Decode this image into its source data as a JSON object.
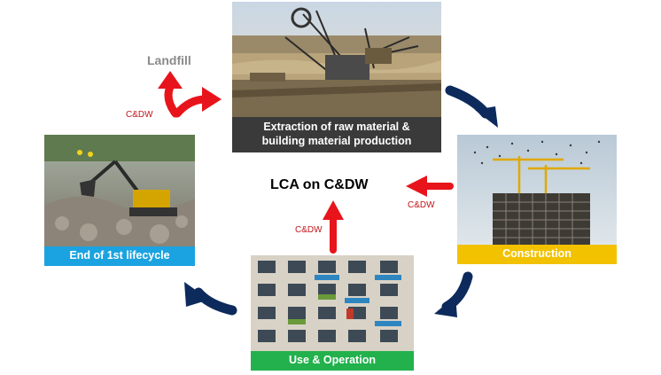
{
  "center": {
    "title": "LCA on C&DW"
  },
  "stages": {
    "extraction": {
      "caption_line1": "Extraction of raw material &",
      "caption_line2": "building material production"
    },
    "construction": {
      "caption": "Construction"
    },
    "use": {
      "caption": "Use & Operation"
    },
    "end_of_life": {
      "caption": "End of 1st lifecycle"
    }
  },
  "landfill": {
    "label": "Landfill"
  },
  "flows": {
    "to_landfill": "C&DW",
    "from_construction": "C&DW",
    "from_use": "C&DW"
  },
  "colors": {
    "extraction_caption_bg": "#3a3a3a",
    "construction_caption_bg": "#f2c200",
    "use_caption_bg": "#22b14c",
    "end_caption_bg": "#1aa3e0",
    "red_arrow": "#e8141c",
    "navy_arrow": "#0d2a5c",
    "cdw_text": "#c0161b",
    "landfill_text": "#8a8a8a"
  }
}
